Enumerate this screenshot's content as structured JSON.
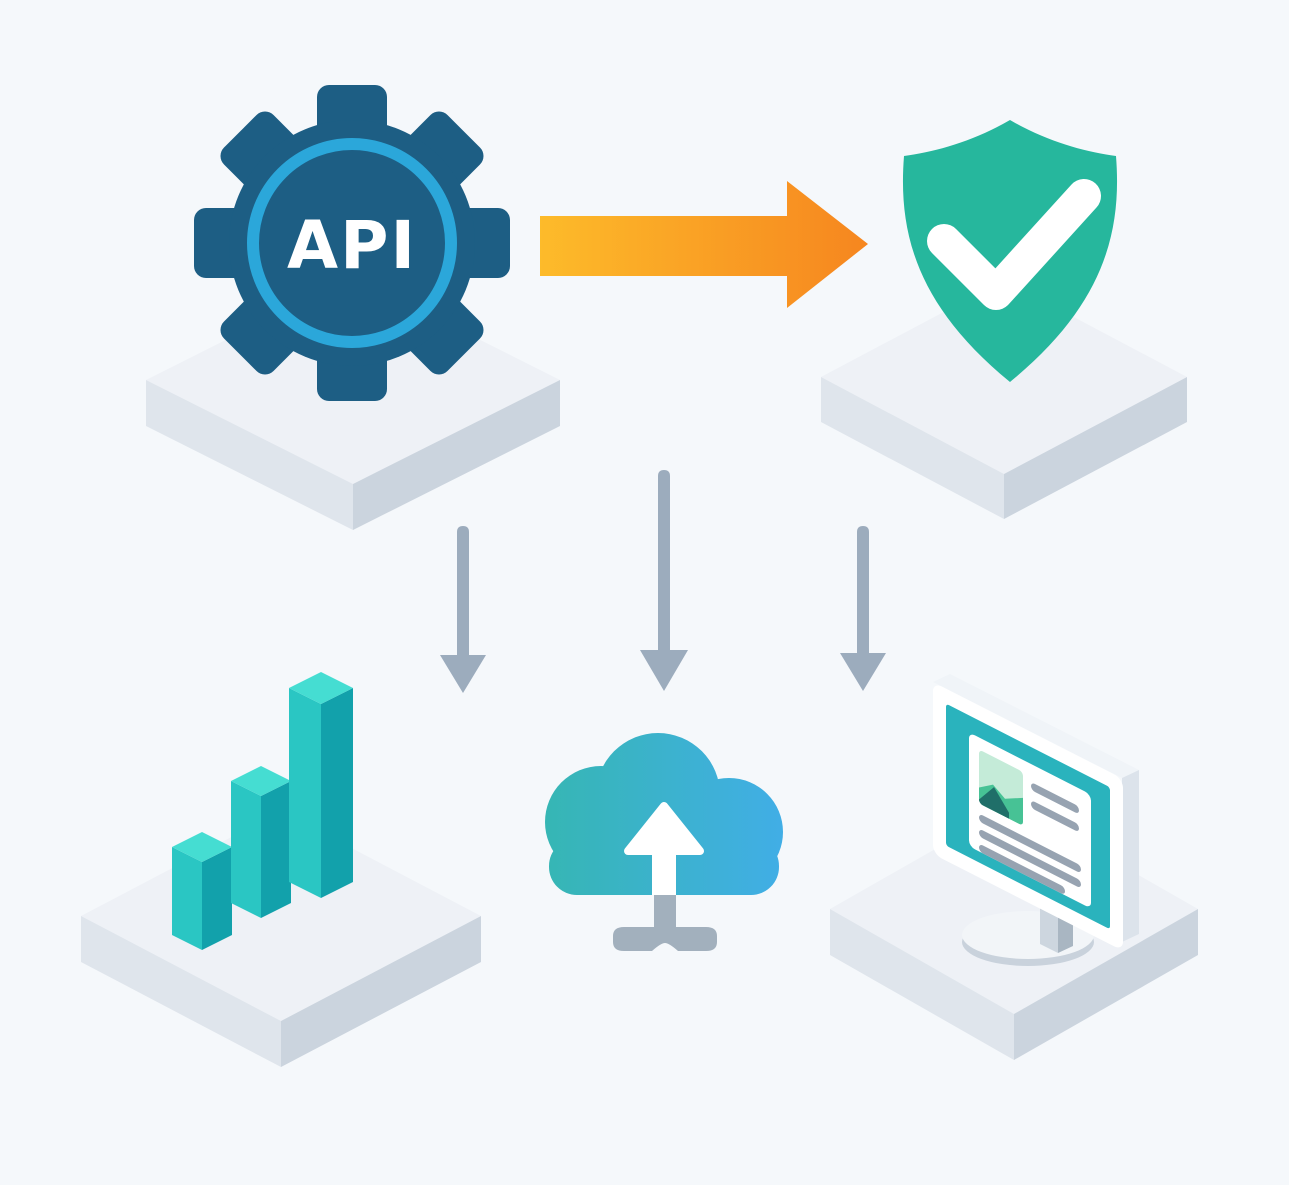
{
  "canvas": {
    "background": "#f5f8fb"
  },
  "platform": {
    "top": "#eef1f6",
    "left": "#dfe5ec",
    "right": "#cbd4de"
  },
  "nodes": {
    "api": {
      "label": "API",
      "icon": "gear-icon",
      "gear_color": "#1d5e84",
      "ring_color": "#2ba7da",
      "label_color": "#ffffff"
    },
    "security": {
      "icon": "shield-check-icon",
      "shield_color": "#26b79d",
      "check_color": "#ffffff"
    },
    "analytics": {
      "icon": "bar-chart-icon",
      "bar_count": 3,
      "bar_top": "#45ddd2",
      "bar_left": "#2ac6c3",
      "bar_right": "#12a1ab"
    },
    "cloud": {
      "icon": "cloud-upload-icon",
      "gradient_start": "#36b6b4",
      "gradient_end": "#41aee6",
      "arrow_color": "#ffffff",
      "stand_color": "#a2b0bd"
    },
    "display": {
      "icon": "monitor-icon",
      "frame_color": "#ffffff",
      "screen_color": "#2ab3bd",
      "card_color": "#ffffff",
      "thumb_bg": "#c4ebd8",
      "thumb_hill": "#47c295",
      "thumb_mountain": "#206f69",
      "line_color": "#97a3b1",
      "depth_top": "#f0f4f8",
      "depth_side": "#dce3eb",
      "base_color": "#f2f5f8",
      "base_side": "#c9d2dc",
      "neck_front": "#cdd6df",
      "neck_side": "#a9b6c2"
    }
  },
  "connectors": {
    "main_arrow": {
      "direction": "right",
      "from": "api",
      "to": "security",
      "gradient_start": "#fdbb2a",
      "gradient_end": "#f6861f"
    },
    "down_arrows": {
      "count": 3,
      "color": "#9cacbd"
    }
  }
}
